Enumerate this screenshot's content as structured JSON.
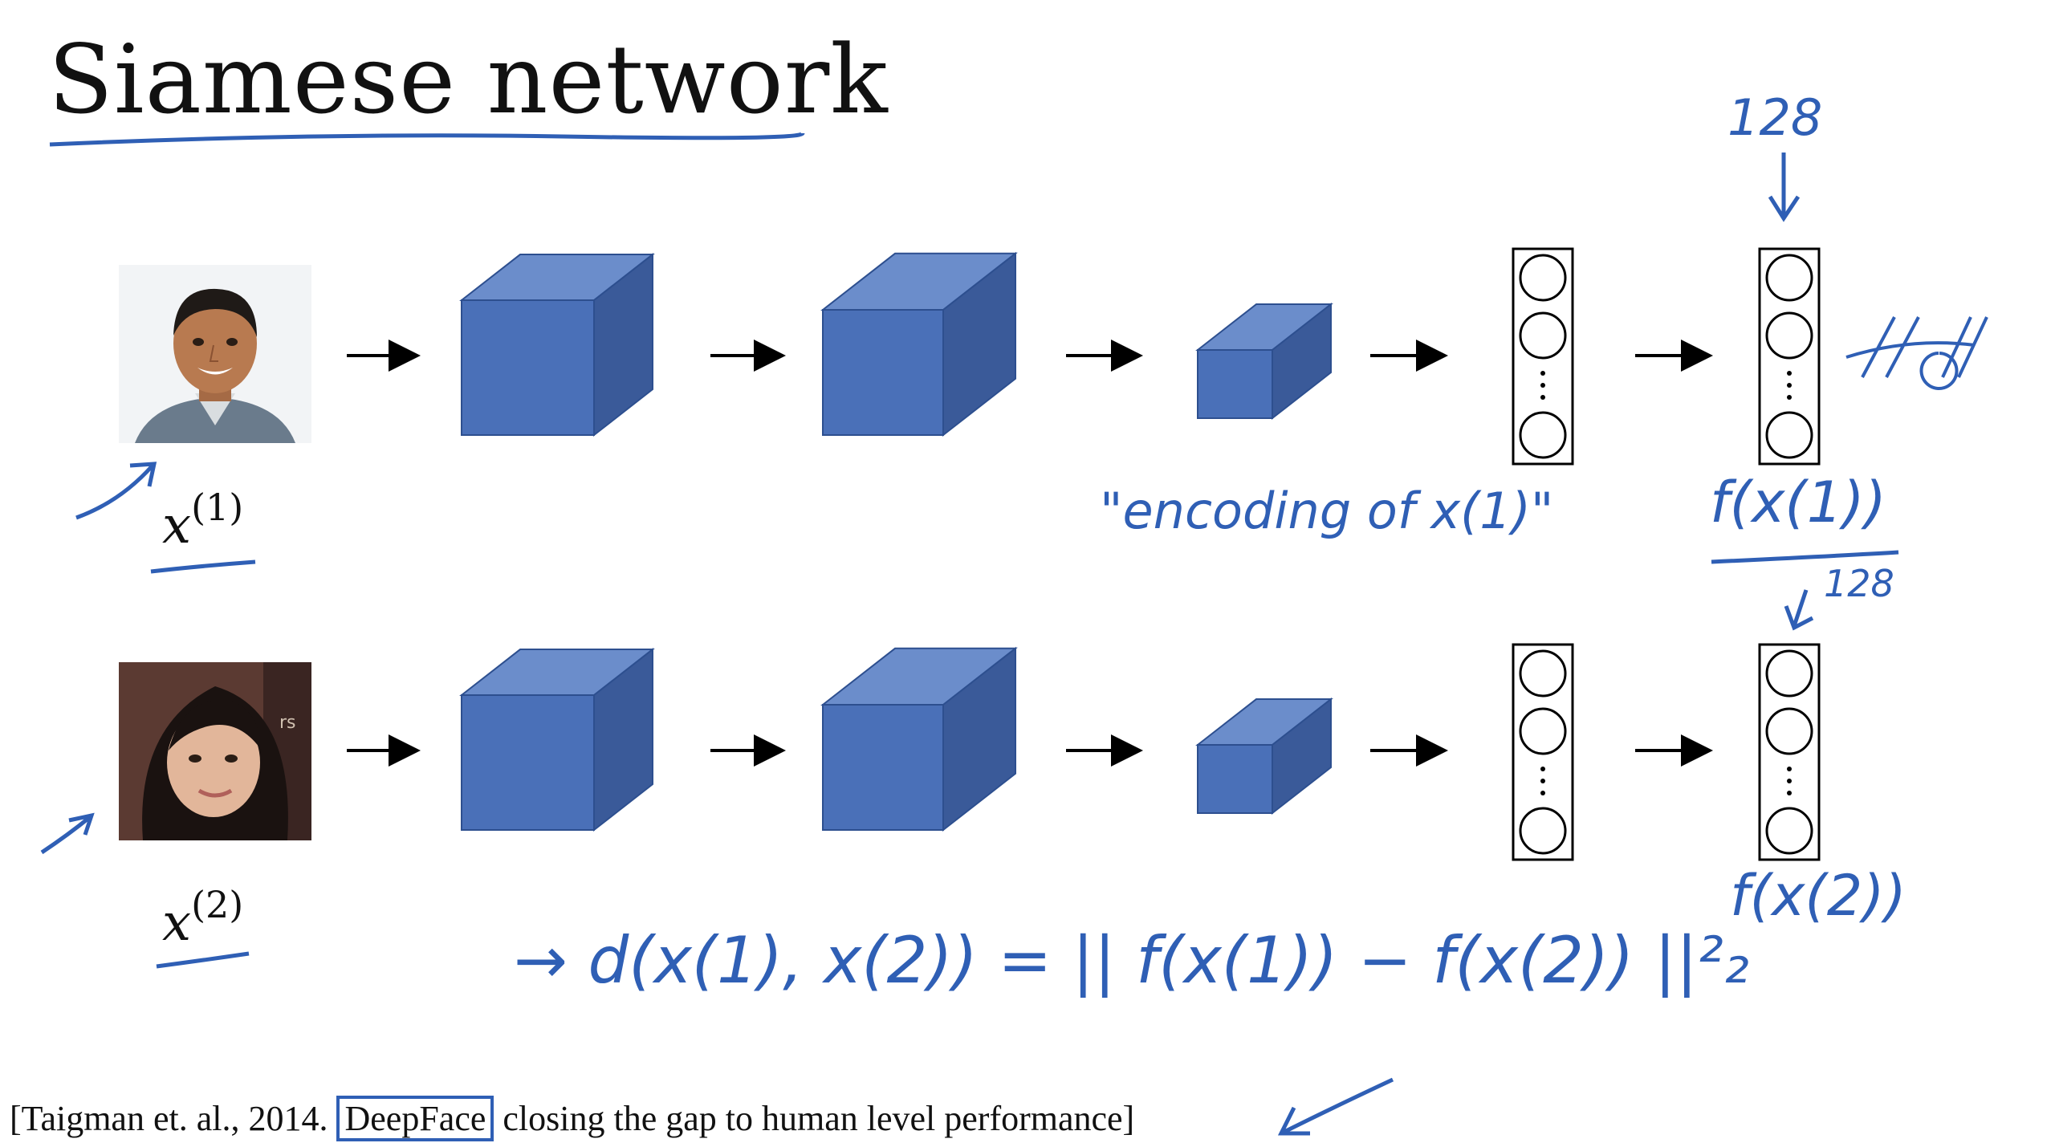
{
  "title": "Siamese network",
  "inputs": [
    {
      "symbol": "x",
      "superscript": "(1)",
      "image": "face-photo-man"
    },
    {
      "symbol": "x",
      "superscript": "(2)",
      "image": "face-photo-woman"
    }
  ],
  "annotations": {
    "encoding_note": "\"encoding of x(1)\"",
    "dim_top": "128",
    "dim_mid": "128",
    "f_x1": "f(x(1))",
    "f_x2": "f(x(2))",
    "distance": "→ d(x(1), x(2)) = || f(x(1)) − f(x(2)) ||²₂"
  },
  "citation": {
    "prefix": "[Taigman et. al., 2014.",
    "highlight": "DeepFace",
    "suffix": "closing the gap to human level performance]"
  },
  "colors": {
    "cube_front": "#4a70b8",
    "cube_top": "#6b8dcb",
    "cube_side": "#3a5a99",
    "ink": "#2f5fb5"
  }
}
